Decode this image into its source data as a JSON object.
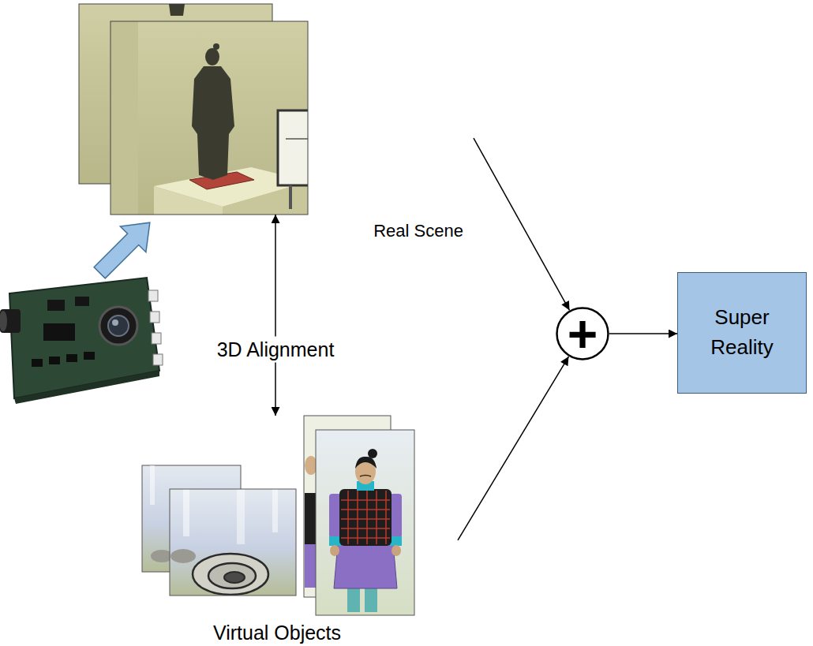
{
  "diagram": {
    "nodes": [
      {
        "text": [
          "Real Scene"
        ]
      },
      {
        "text": [
          "Virtual Objects"
        ]
      },
      {
        "text": [
          "+"
        ]
      },
      {
        "text": [
          "Super Reality"
        ]
      }
    ],
    "edges": [
      {
        "from": 0,
        "to": 1,
        "label": "3D Alignment",
        "arrow": "both"
      },
      {
        "from": 0,
        "to": 2,
        "arrow": "to"
      },
      {
        "from": 1,
        "to": 2,
        "arrow": "to"
      },
      {
        "from": 2,
        "to": 3,
        "arrow": "to"
      }
    ]
  }
}
